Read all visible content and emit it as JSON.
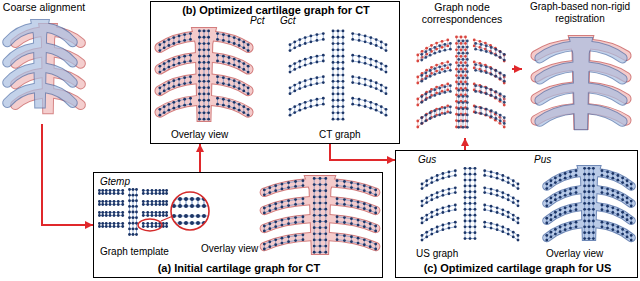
{
  "diagram": {
    "nodes": [
      {
        "text": [
          "Coarse alignment"
        ]
      },
      {
        "text": [
          "(b) Optimized cartilage graph for CT",
          "Pct",
          "Gct",
          "Overlay view",
          "CT graph"
        ]
      },
      {
        "text": [
          "Graph node correspondences"
        ]
      },
      {
        "text": [
          "Graph-based non-rigid registration"
        ]
      },
      {
        "text": [
          "(a) Initial cartilage graph for CT",
          "Gtemp",
          "Graph template",
          "Overlay view"
        ]
      },
      {
        "text": [
          "(c) Optimized cartilage graph for US",
          "Gus",
          "US graph",
          "Overlay view",
          "Pus"
        ]
      }
    ],
    "edges": [
      {
        "from": 0,
        "to": 4,
        "arrow": "to"
      },
      {
        "from": 4,
        "to": 1,
        "arrow": "to"
      },
      {
        "from": 1,
        "to": 5,
        "arrow": "to"
      },
      {
        "from": 5,
        "to": 2,
        "arrow": "to"
      },
      {
        "from": 2,
        "to": 3,
        "arrow": "to"
      }
    ]
  }
}
